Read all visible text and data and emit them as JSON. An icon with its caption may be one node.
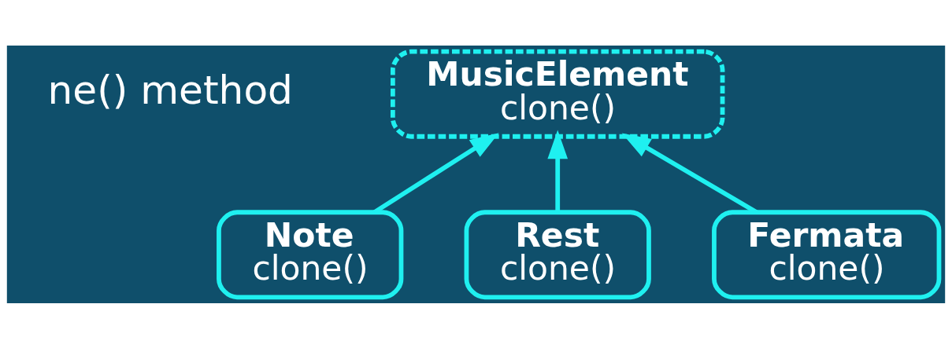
{
  "diagram": {
    "nodes": [
      {
        "text": [
          "MusicElement",
          "clone()"
        ]
      },
      {
        "text": [
          "Note",
          "clone()"
        ]
      },
      {
        "text": [
          "Rest",
          "clone()"
        ]
      },
      {
        "text": [
          "Fermata",
          "clone()"
        ]
      }
    ],
    "edges": [
      {
        "from": 1,
        "to": 0,
        "arrow": "to"
      },
      {
        "from": 2,
        "to": 0,
        "arrow": "to"
      },
      {
        "from": 3,
        "to": 0,
        "arrow": "to"
      }
    ],
    "labels": [
      "ne() method"
    ]
  }
}
